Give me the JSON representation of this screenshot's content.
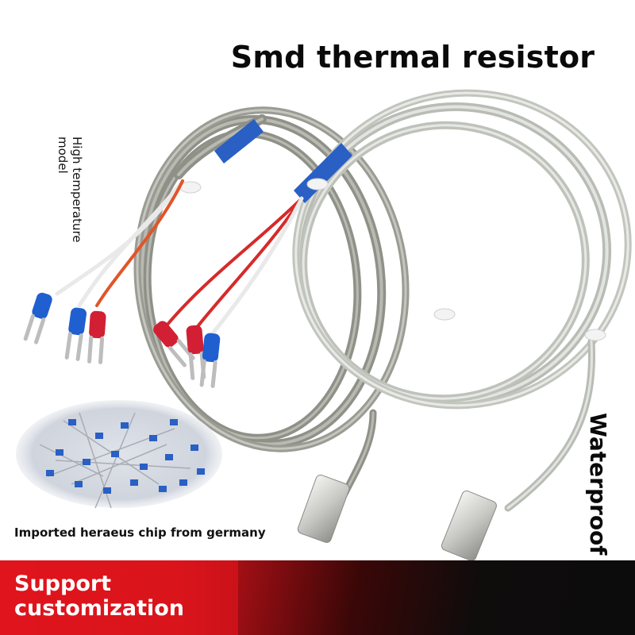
{
  "title": "Smd thermal resistor",
  "label_left": "High temperature model",
  "label_right": "Waterproof",
  "chip_caption": "Imported heraeus chip from germany",
  "banner": {
    "line1": "Support",
    "line2": "customization"
  },
  "colors": {
    "banner_red": "#e0141c",
    "banner_dark": "#0c0c0c",
    "sleeve_blue": "#2a5fc4",
    "terminal_blue": "#1f5fd0",
    "terminal_red": "#d21f33",
    "braid_dark": "#9a9c92",
    "braid_light": "#c9ccc6"
  },
  "icons": [
    "fork-terminal-icon",
    "probe-tip-icon",
    "chip-icon"
  ]
}
